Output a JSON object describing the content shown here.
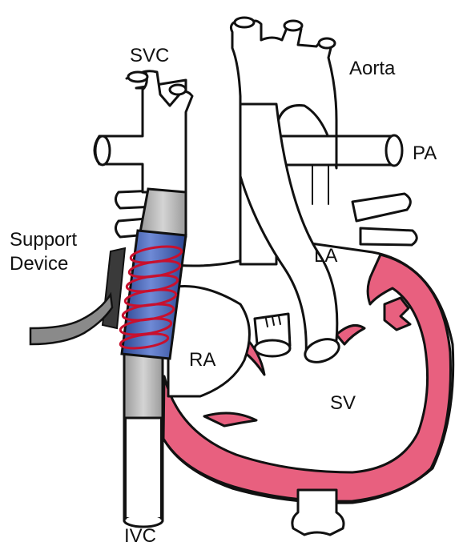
{
  "labels": {
    "svc": "SVC",
    "aorta": "Aorta",
    "pa": "PA",
    "support_device_line1": "Support",
    "support_device_line2": "Device",
    "la": "LA",
    "ra": "RA",
    "sv": "SV",
    "ivc": "IVC"
  },
  "colors": {
    "ventricle_wall": "#e8607f",
    "device_sleeve": "#3e5fb0",
    "device_coil": "#c8102e",
    "conduit": "#b8b8b8",
    "cable": "#8a8a8a",
    "housing": "#3a3a3a"
  }
}
